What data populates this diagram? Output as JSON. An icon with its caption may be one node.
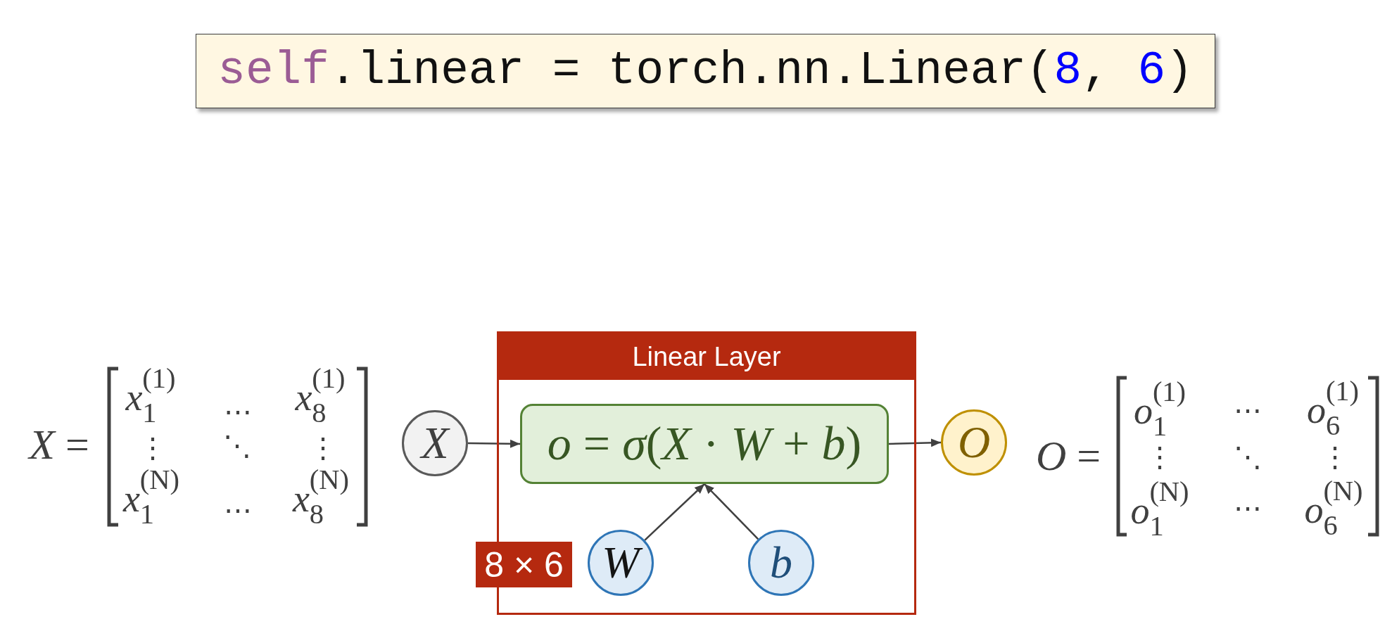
{
  "diagram": {
    "nodes": [
      {
        "text": [
          "self.linear = torch.nn.Linear(8, 6)"
        ]
      },
      {
        "text": [
          "Linear Layer"
        ]
      },
      {
        "text": [
          "X"
        ]
      },
      {
        "text": [
          "*o* = *σ*(*X* · *W* + *b*)"
        ],
        "in": 1
      },
      {
        "text": [
          "O"
        ]
      },
      {
        "text": [
          "8 × 6"
        ]
      },
      {
        "text": [
          "W"
        ],
        "in": 1
      },
      {
        "text": [
          "b"
        ],
        "in": 1
      }
    ],
    "edges": [
      {
        "from": 2,
        "to": 3,
        "arrow": "to"
      },
      {
        "from": 3,
        "to": 4,
        "arrow": "to"
      },
      {
        "from": 6,
        "to": 3,
        "arrow": "to"
      },
      {
        "from": 7,
        "to": 3,
        "arrow": "to"
      }
    ],
    "labels": [
      "*X* =",
      "*x*$_{1}$$^{(1)}$",
      "⋯",
      "*x*$_{8}$$^{(1)}$",
      "⋮",
      "⋱",
      "⋮",
      "*x*$_{1}$$^{(N)}$",
      "⋯",
      "*x*$_{8}$$^{(N)}$",
      "*O* =",
      "*o*$_{1}$$^{(1)}$",
      "⋯",
      "*o*$_{6}$$^{(1)}$",
      "⋮",
      "⋱",
      "⋮",
      "*o*$_{1}$$^{(N)}$",
      "⋯",
      "*o*$_{6}$$^{(N)}$"
    ]
  }
}
